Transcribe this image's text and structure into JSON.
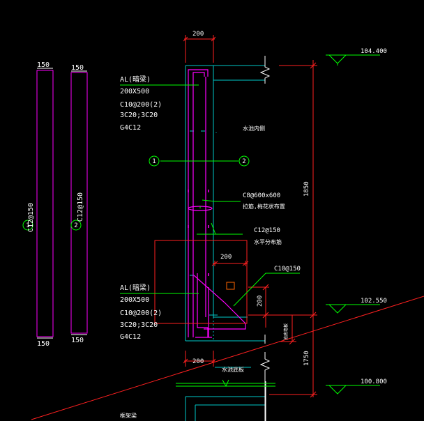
{
  "bar_shapes": {
    "bar1": {
      "top": "150",
      "bottom": "150",
      "label": "C12@150",
      "marker": "1"
    },
    "bar2": {
      "top": "150",
      "bottom": "150",
      "label": "C12@150",
      "marker": "2"
    }
  },
  "beam_top": {
    "name": "AL(暗梁)",
    "size": "200X500",
    "stirrup": "C10@200(2)",
    "main": "3C20;3C20",
    "side": "G4C12"
  },
  "beam_bottom": {
    "name": "AL(暗梁)",
    "size": "200X500",
    "stirrup": "C10@200(2)",
    "main": "3C20;3C20",
    "side": "G4C12"
  },
  "dims": {
    "top_width": "200",
    "haunch_width": "200",
    "haunch_height": "200",
    "bottom_width": "200",
    "height_upper": "1850",
    "height_lower": "1750",
    "slab_thk": "池底墙板"
  },
  "elevations": {
    "top": "104.400",
    "mid": "102.550",
    "bottom": "100.800"
  },
  "notes": {
    "inner_side": "水池内侧",
    "tie": "C8@600x600",
    "tie_note": "拉筋,梅花状布置",
    "horiz": "C12@150",
    "horiz_note": "水平分布筋",
    "haunch_bar": "C10@150",
    "pool_bottom": "水池底板",
    "frame_beam": "框架梁"
  },
  "markers": {
    "m1": "1",
    "m2": "2"
  },
  "colors": {
    "magenta": "#ff00ff",
    "green": "#00ff00",
    "cyan": "#00c8c8",
    "red": "#ff2020",
    "white": "#ffffff",
    "yellow": "#ffff00"
  }
}
